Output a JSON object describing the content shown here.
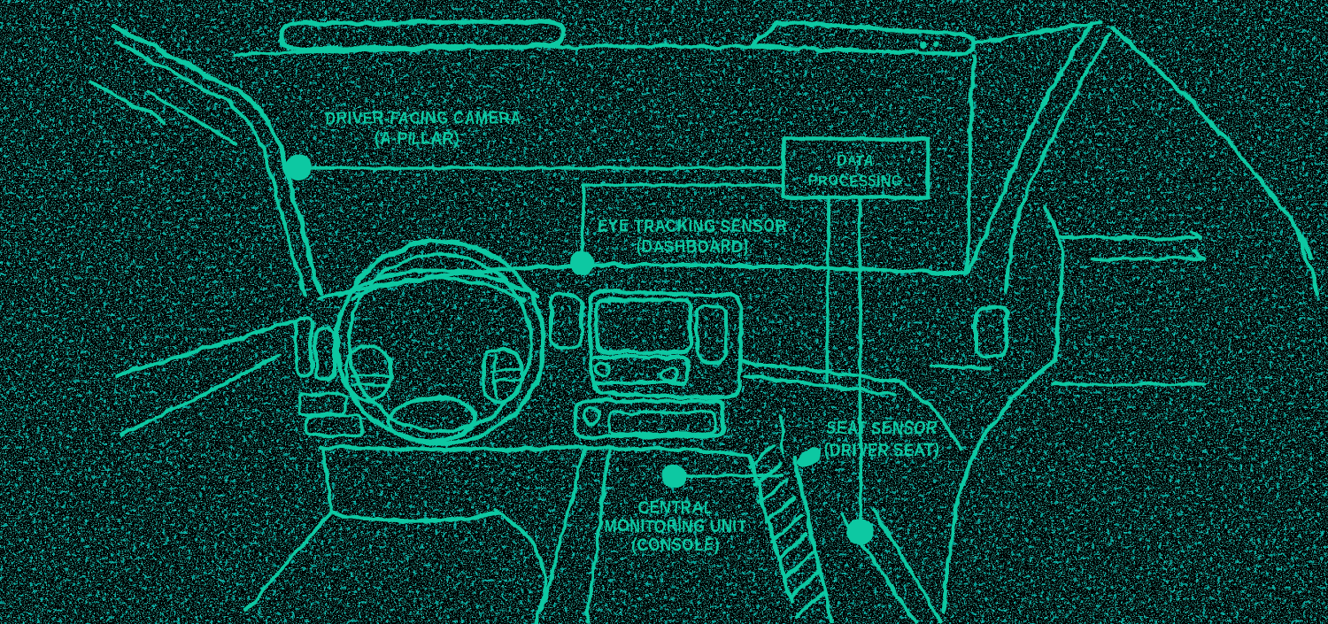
{
  "diagram": {
    "background_color": "#000000",
    "ink_color": "#10c8a2",
    "noise_color": "#0bd2ae",
    "labels": {
      "driver_camera": {
        "line1": "DRIVER-FACING CAMERA",
        "line2": "(A-PILLAR)"
      },
      "eye_tracking": {
        "line1": "EYE TRACKING SENSOR",
        "line2": "(DASHBOARD)"
      },
      "data_processing": {
        "line1": "DATA",
        "line2": "PROCESSING"
      },
      "seat_sensor": {
        "line1": "SEAT SENSOR",
        "line2": "(DRIVER SEAT)"
      },
      "central_monitoring_unit": {
        "line1": "CENTRAL",
        "line2": "MONITORING UNIT",
        "line3": "(CONSOLE)"
      }
    },
    "markers": [
      "driver-camera-dot",
      "eye-tracking-dot",
      "seat-sensor-dot",
      "central-monitoring-dot"
    ]
  }
}
